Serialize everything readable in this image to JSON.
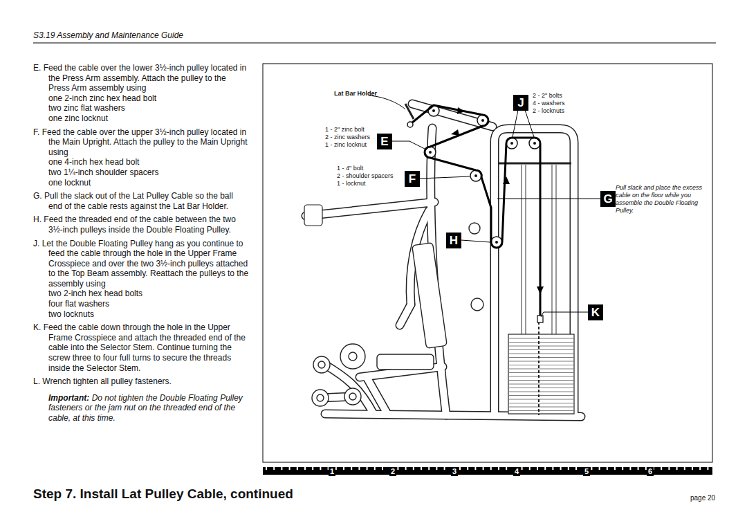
{
  "diagram": {
    "title": "Step 7. Install Lat Pulley Cable, continued",
    "nodes": [
      {
        "text": [
          "E"
        ]
      },
      {
        "text": [
          "F"
        ]
      },
      {
        "text": [
          "G"
        ]
      },
      {
        "text": [
          "H"
        ]
      },
      {
        "text": [
          "J"
        ]
      },
      {
        "text": [
          "K"
        ]
      }
    ],
    "labels": [
      "S3.19 Assembly and Maintenance Guide",
      "E. Feed the cable over the lower 3½-inch pulley located in the Press Arm assembly. Attach the pulley to the Press Arm assembly using",
      "one 2-inch zinc hex head bolt",
      "two zinc flat washers",
      "one zinc locknut",
      "F. Feed the cable over the upper 3½-inch pulley located in the Main Upright. Attach the pulley to the Main Upright using",
      "one 4-inch hex head bolt",
      "two 1¼-inch shoulder spacers",
      "one locknut",
      "G. Pull the slack out of the Lat Pulley Cable so the ball end of the cable rests against the Lat Bar Holder.",
      "H. Feed the threaded end of the cable between the two 3½-inch pulleys inside the Double Floating Pulley.",
      "J. Let the Double Floating Pulley hang as you continue to feed the cable through the hole in the Upper Frame Crosspiece and over the two 3½-inch pulleys attached to the Top Beam assembly. Reattach the pulleys to the assembly using",
      "two 2-inch hex head bolts",
      "four flat washers",
      "two locknuts",
      "K. Feed the cable down through the hole in the Upper Frame Crosspiece and attach the threaded end of the cable into the Selector Stem. Continue turning the screw three to four full turns to secure the threads inside the Selector Stem.",
      "L. Wrench tighten all pulley fasteners.",
      "Important:",
      "Do not tighten the Double Floating Pulley fasteners or the jam nut on the threaded end of the cable, at this time.",
      "Lat Bar Holder",
      "2 - 2\" bolts",
      "4 - washers",
      "2 - locknuts",
      "1 - 2\" zinc bolt",
      "2 - zinc washers",
      "1 - zinc locknut",
      "1 - 4\" bolt",
      "2 - shoulder spacers",
      "1 - locknut",
      "Pull slack and place the excess cable on the floor while you assemble the Double Floating Pulley.",
      "1",
      "2",
      "3",
      "4",
      "5",
      "6",
      "page 20"
    ]
  }
}
